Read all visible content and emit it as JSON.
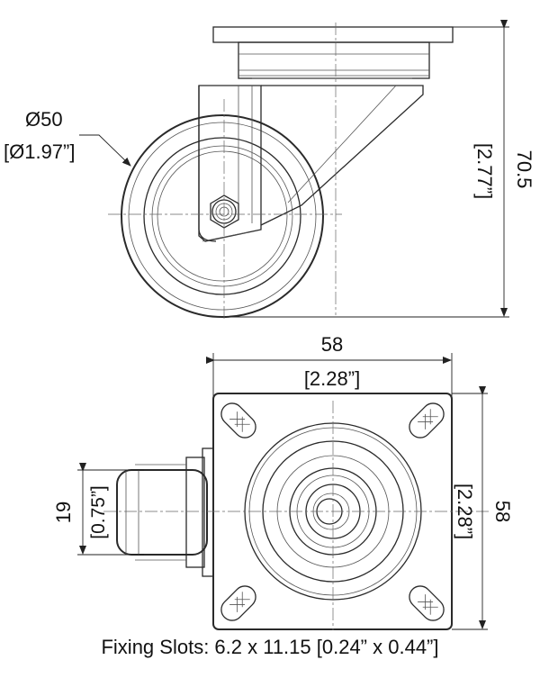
{
  "side_view": {
    "wheel_diameter_mm": "Ø50",
    "wheel_diameter_in": "[Ø1.97”]",
    "height_mm": "70.5",
    "height_in": "[2.77”]"
  },
  "top_view": {
    "width_mm": "58",
    "width_in": "[2.28”]",
    "length_mm": "58",
    "length_in": "[2.28”]",
    "wheel_width_mm": "19",
    "wheel_width_in": "[0.75”]"
  },
  "caption": "Fixing Slots: 6.2 x 11.15 [0.24” x 0.44”]"
}
